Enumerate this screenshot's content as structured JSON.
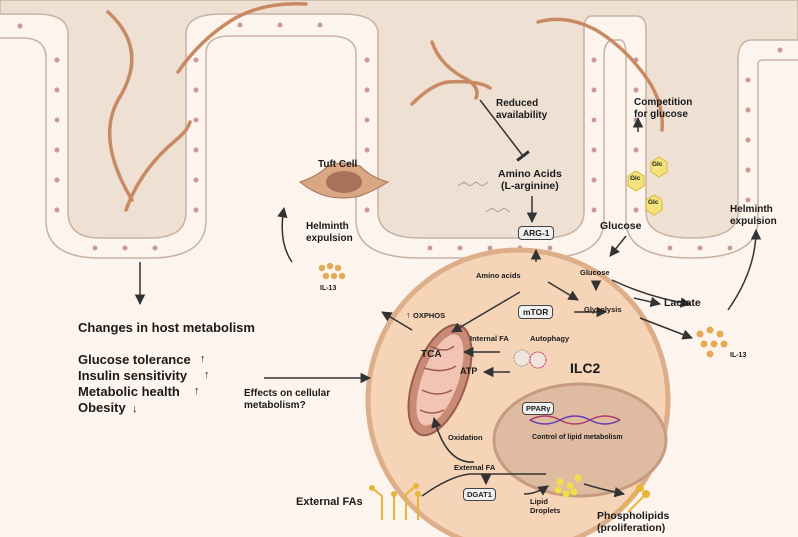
{
  "labels": {
    "tuft_cell": "Tuft Cell",
    "helminth_expulsion_left": "Helminth\nexpulsion",
    "reduced_availability": "Reduced\navailability",
    "amino_acids_l_arginine": "Amino Acids\n(L-arginine)",
    "competition_for_glucose": "Competition\nfor glucose",
    "glc": "Glc",
    "glucose_outer": "Glucose",
    "helminth_expulsion_right": "Helminth\nexpulsion",
    "il13_left": "IL-13",
    "il13_right": "IL-13",
    "arg1": "ARG-1",
    "amino_acids_inner": "Amino acids",
    "glucose_inner": "Glucose",
    "mtor": "mTOR",
    "glycolysis": "Glycolysis",
    "lactate": "Lactate",
    "oxphos": "OXPHOS",
    "internal_fa": "Internal FA",
    "autophagy": "Autophagy",
    "ilc2": "ILC2",
    "tca": "TCA",
    "atp": "ATP",
    "ppar": "PPARγ",
    "control_lipid": "Control of lipid metabolism",
    "oxidation": "Oxidation",
    "external_fa_inner": "External FA",
    "dgat1": "DGAT1",
    "lipid_droplets": "Lipid\nDroplets",
    "phospholipids": "Phospholipids\n(proliferation)",
    "external_fas": "External FAs",
    "effects_cellular": "Effects on cellular\nmetabolism?",
    "changes_host": "Changes in host metabolism",
    "glucose_tolerance": "Glucose tolerance",
    "insulin_sensitivity": "Insulin sensitivity",
    "metabolic_health": "Metabolic health",
    "obesity": "Obesity"
  },
  "colors": {
    "background": "#fdf4ee",
    "epithelium": "#efe0d4",
    "nucleus": "#c99b96",
    "worm": "#c88a63",
    "cell": "#f6d4b8",
    "cell_border": "#dcae8a",
    "nucleus_ilc2": "#dfbba1",
    "mito_outer": "#c98a76",
    "mito_inner": "#f2c4b3",
    "glc_hex": "#f4e27a",
    "il13_dots": "#e3ab55",
    "lipid_drop": "#f2df46",
    "arrow": "#333333"
  }
}
